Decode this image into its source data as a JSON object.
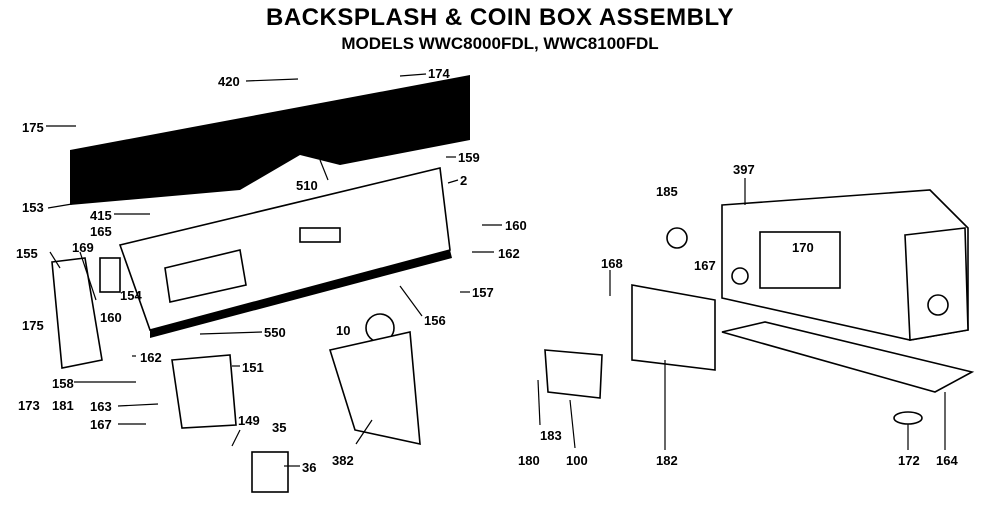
{
  "title": "BACKSPLASH & COIN BOX ASSEMBLY",
  "subtitle": "MODELS WWC8000FDL, WWC8100FDL",
  "callouts": {
    "p420": "420",
    "p174": "174",
    "p175a": "175",
    "p159": "159",
    "p2": "2",
    "p510": "510",
    "p153": "153",
    "p415": "415",
    "p165": "165",
    "p160a": "160",
    "p162a": "162",
    "p155": "155",
    "p169": "169",
    "p154": "154",
    "p175b": "175",
    "p160b": "160",
    "p157": "157",
    "p550": "550",
    "p156": "156",
    "p10": "10",
    "p162b": "162",
    "p151": "151",
    "p173": "173",
    "p181": "181",
    "p158": "158",
    "p163": "163",
    "p167a": "167",
    "p149": "149",
    "p35": "35",
    "p36": "36",
    "p382": "382",
    "p185": "185",
    "p397": "397",
    "p170": "170",
    "p168": "168",
    "p167b": "167",
    "p180": "180",
    "p183": "183",
    "p100": "100",
    "p182": "182",
    "p172": "172",
    "p164": "164"
  }
}
